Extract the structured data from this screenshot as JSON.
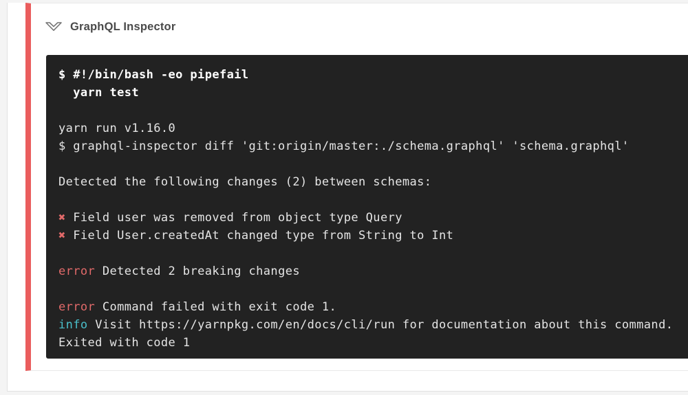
{
  "header": {
    "title": "GraphQL Inspector",
    "icon": "chevron-double-down"
  },
  "colors": {
    "page_bg": "#f4f4f4",
    "panel_bg": "#ffffff",
    "panel_edge": "#e2e2e2",
    "row_border": "#e9e9e9",
    "stripe": "#ea5d5d",
    "title": "#4a4a4a",
    "icon": "#757575",
    "term_bg": "#222222",
    "term_text": "#e5e5e5",
    "term_bold": "#ffffff",
    "term_red": "#e26a6a",
    "term_cyan": "#4ac0cb"
  },
  "terminal": {
    "lines": [
      {
        "text": "$ #!/bin/bash -eo pipefail",
        "bold": true
      },
      {
        "text": "  yarn test",
        "bold": true
      },
      {
        "text": ""
      },
      {
        "text": "yarn run v1.16.0"
      },
      {
        "text": "$ graphql-inspector diff 'git:origin/master:./schema.graphql' 'schema.graphql'"
      },
      {
        "text": ""
      },
      {
        "text": "Detected the following changes (2) between schemas:"
      },
      {
        "text": ""
      },
      {
        "prefix": "✖",
        "prefix_style": "red",
        "text": "Field user was removed from object type Query"
      },
      {
        "prefix": "✖",
        "prefix_style": "red",
        "text": "Field User.createdAt changed type from String to Int"
      },
      {
        "text": ""
      },
      {
        "prefix": "error",
        "prefix_style": "red",
        "text": "Detected 2 breaking changes"
      },
      {
        "text": ""
      },
      {
        "prefix": "error",
        "prefix_style": "red",
        "text": "Command failed with exit code 1."
      },
      {
        "prefix": "info",
        "prefix_style": "cyan",
        "text": "Visit https://yarnpkg.com/en/docs/cli/run for documentation about this command."
      },
      {
        "text": "Exited with code 1"
      }
    ]
  }
}
